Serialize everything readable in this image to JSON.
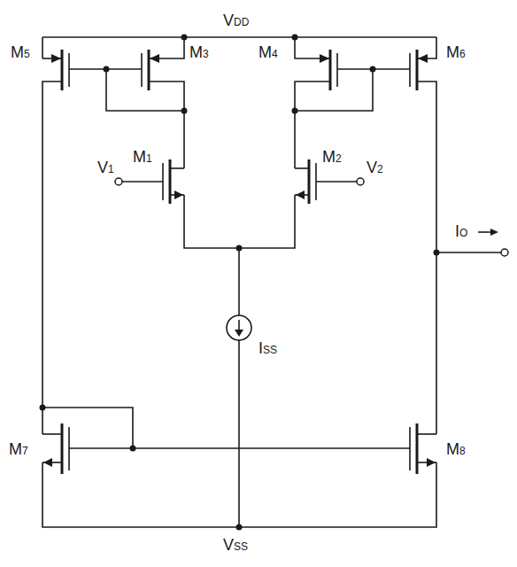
{
  "diagram": {
    "labels": [
      "VDD",
      "M5",
      "M3",
      "M4",
      "M6",
      "M1",
      "V1",
      "M2",
      "V2",
      "IO",
      "ISS",
      "M7",
      "M8",
      "VSS"
    ]
  }
}
